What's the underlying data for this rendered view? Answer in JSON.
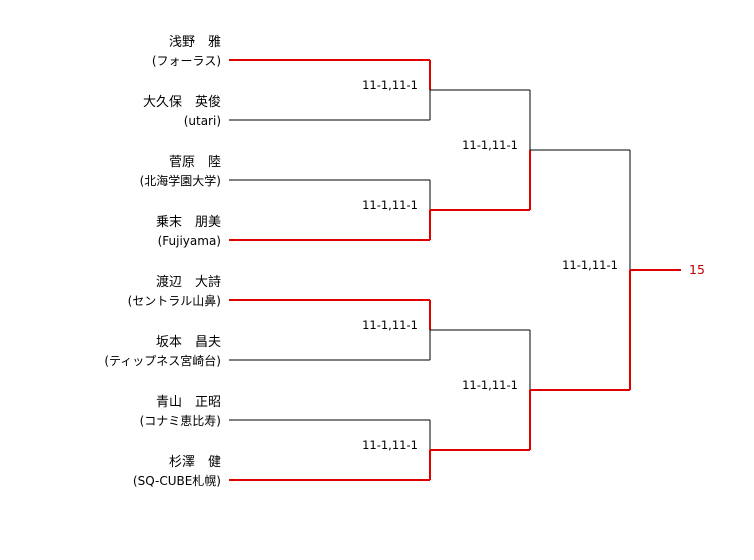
{
  "colors": {
    "winner_line": "#e00000",
    "loser_line": "#000000",
    "final_text": "#c00000"
  },
  "players": [
    {
      "name": "浅野　雅",
      "team": "(フォーラス)"
    },
    {
      "name": "大久保　英俊",
      "team": "(utari)"
    },
    {
      "name": "菅原　陸",
      "team": "(北海学園大学)"
    },
    {
      "name": "乗末　朋美",
      "team": "(Fujiyama)"
    },
    {
      "name": "渡辺　大詩",
      "team": "(セントラル山鼻)"
    },
    {
      "name": "坂本　昌夫",
      "team": "(ティップネス宮崎台)"
    },
    {
      "name": "青山　正昭",
      "team": "(コナミ恵比寿)"
    },
    {
      "name": "杉澤　健",
      "team": "(SQ-CUBE札幌)"
    }
  ],
  "round1": [
    {
      "score": "11-1,11-1",
      "winner": "top"
    },
    {
      "score": "11-1,11-1",
      "winner": "bottom"
    },
    {
      "score": "11-1,11-1",
      "winner": "top"
    },
    {
      "score": "11-1,11-1",
      "winner": "bottom"
    }
  ],
  "round2": [
    {
      "score": "11-1,11-1",
      "winner": "bottom"
    },
    {
      "score": "11-1,11-1",
      "winner": "bottom"
    }
  ],
  "final_match": {
    "score": "11-1,11-1",
    "winner": "bottom"
  },
  "result_label": "15"
}
